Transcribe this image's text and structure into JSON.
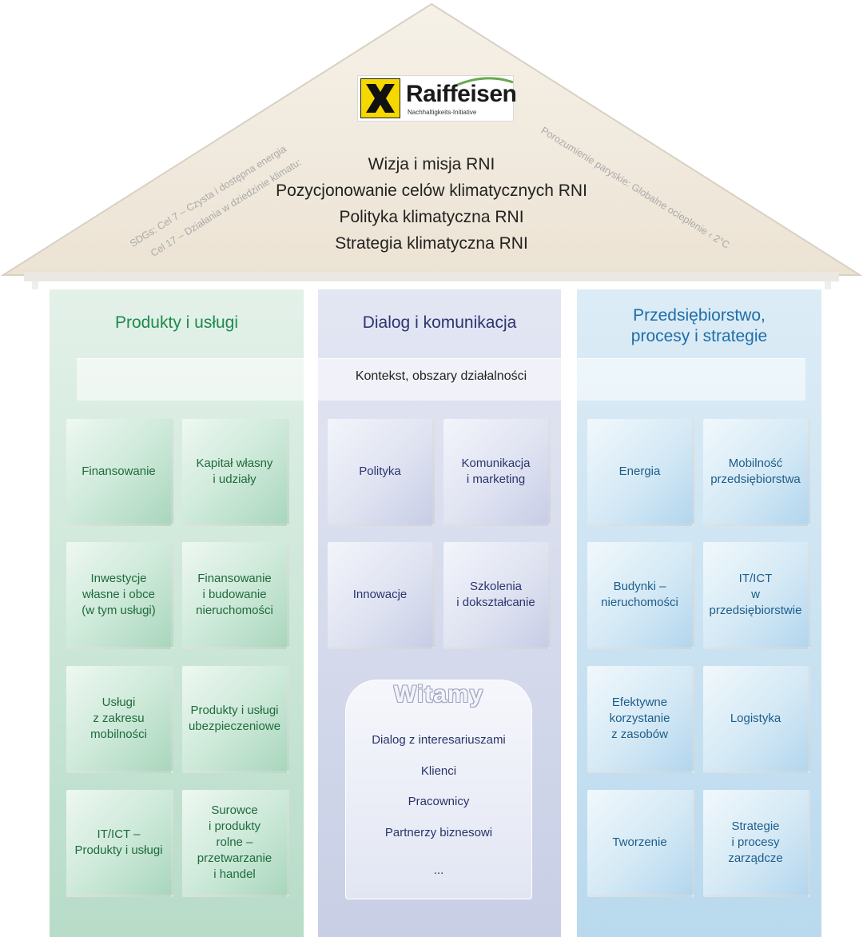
{
  "logo": {
    "name": "Raiffeisen",
    "subtitle": "Nachhaltigkeits-Initiative"
  },
  "roof": {
    "lines": [
      "Wizja i misja RNI",
      "Pozycjonowanie celów klimatycznych RNI",
      "Polityka klimatyczna RNI",
      "Strategia klimatyczna RNI"
    ],
    "left_slant": [
      "SDGs: Cel 7 – Czysta i dostępna energia",
      "Cel 17 – Działania w dziedzinie klimatu:"
    ],
    "right_slant": "Porozumienie paryskie: Globalne ocieplenie ‹ 2°C"
  },
  "context": "Kontekst, obszary działalności",
  "pillars": [
    {
      "title": "Produkty i usługi",
      "color": "#1e8a4c",
      "tiles": [
        "Finansowanie",
        "Kapitał własny\ni udziały",
        "Inwestycje\nwłasne i obce\n(w tym usługi)",
        "Finansowanie\ni budowanie\nnieruchomości",
        "Usługi\nz zakresu\nmobilności",
        "Produkty i usługi\nubezpieczeniowe",
        "IT/ICT –\nProdukty i usługi",
        "Surowce\ni produkty\nrolne –\nprzetwarzanie\ni handel"
      ]
    },
    {
      "title": "Dialog i komunikacja",
      "color": "#2c3570",
      "tiles": [
        "Polityka",
        "Komunikacja\ni marketing",
        "Innowacje",
        "Szkolenia\ni dokształcanie"
      ]
    },
    {
      "title": "Przedsiębiorstwo,\nprocesy i strategie",
      "color": "#1f6ea8",
      "tiles": [
        "Energia",
        "Mobilność\nprzedsiębiorstwa",
        "Budynki –\nnieruchomości",
        "IT/ICT\nw\nprzedsiębiorstwie",
        "Efektywne\nkorzystanie\nz zasobów",
        "Logistyka",
        "Tworzenie",
        "Strategie\ni procesy\nzarządcze"
      ]
    }
  ],
  "door": {
    "title": "Witamy",
    "items": [
      "Dialog z interesariuszami",
      "Klienci",
      "Pracownicy",
      "Partnerzy biznesowi",
      "..."
    ]
  }
}
